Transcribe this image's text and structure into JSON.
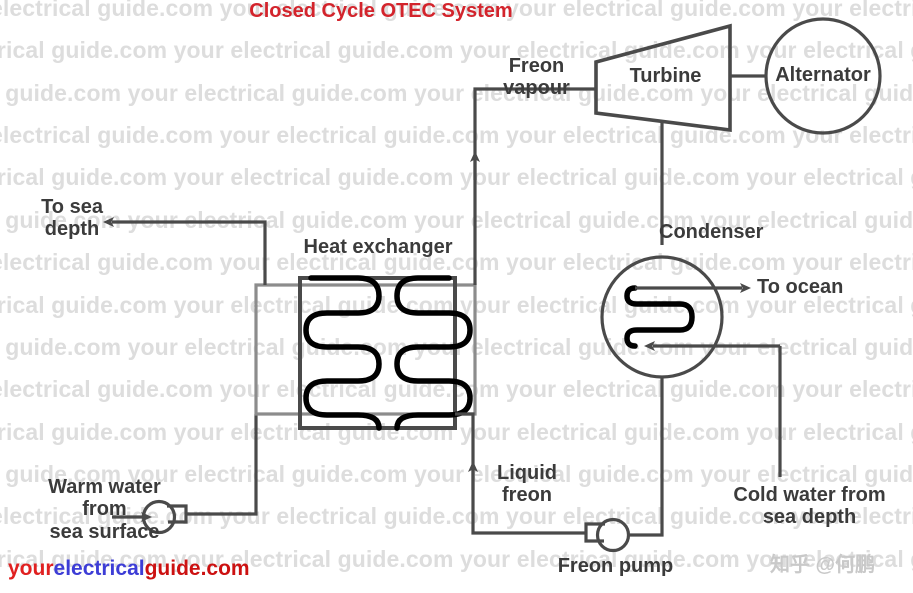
{
  "title": "Closed Cycle OTEC System",
  "title_color": "#d3242c",
  "watermark": {
    "text": "electrical guide.com your electrical guide.com your electrical guide.com your electrical guide.com your ",
    "color": "#dddddd",
    "rows": 14
  },
  "brand": {
    "part1": "your",
    "part2": "electrical",
    "part3": "guide.com",
    "color1": "#e02020",
    "color2": "#3d3dd6",
    "color3": "#cc1111"
  },
  "zhihu_watermark": "知乎 @何鹏",
  "diagram": {
    "line_color": "#4a4a4a",
    "coil_color": "#000000",
    "jacket_color": "#8c8c8c",
    "components": [
      {
        "id": "heat-exchanger",
        "label": "Heat exchanger",
        "shape": "rectangle-with-coils"
      },
      {
        "id": "turbine",
        "label": "Turbine",
        "shape": "trapezoid"
      },
      {
        "id": "alternator",
        "label": "Alternator",
        "shape": "circle"
      },
      {
        "id": "condenser",
        "label": "Condenser",
        "shape": "circle-with-coil"
      },
      {
        "id": "freon-pump",
        "label": "Freon pump",
        "shape": "pump"
      },
      {
        "id": "warm-water-pump",
        "label": "",
        "shape": "pump"
      }
    ],
    "labels": [
      {
        "id": "freon-vapour",
        "text": "Freon\nvapour"
      },
      {
        "id": "liquid-freon",
        "text": "Liquid\nfreon"
      },
      {
        "id": "to-sea-depth",
        "text": "To sea\ndepth"
      },
      {
        "id": "to-ocean",
        "text": "To ocean"
      },
      {
        "id": "warm-water",
        "text": "Warm water\nfrom\nsea surface"
      },
      {
        "id": "cold-water",
        "text": "Cold water from\nsea depth"
      },
      {
        "id": "heat-exchanger-label",
        "text": "Heat exchanger"
      },
      {
        "id": "turbine-label",
        "text": "Turbine"
      },
      {
        "id": "alternator-label",
        "text": "Alternator"
      },
      {
        "id": "condenser-label",
        "text": "Condenser"
      },
      {
        "id": "freon-pump-label",
        "text": "Freon pump"
      }
    ]
  }
}
